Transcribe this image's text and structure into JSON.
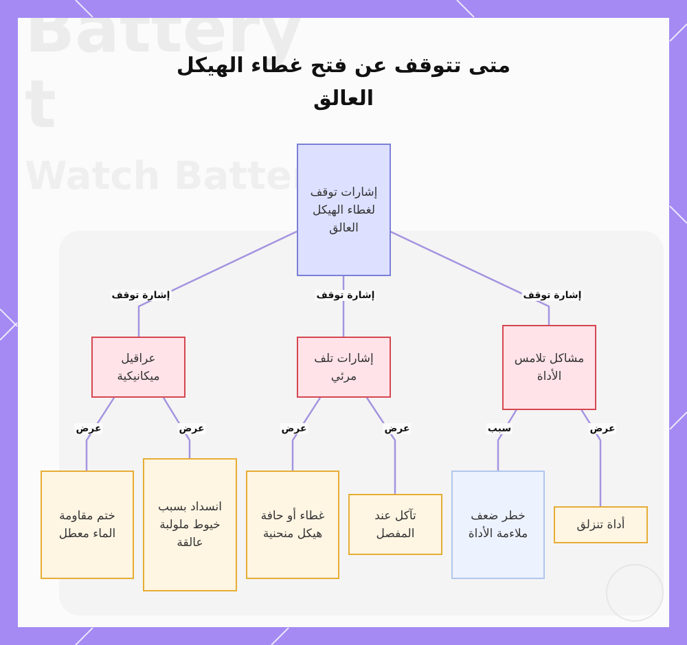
{
  "title": "متى تتوقف عن فتح غطاء الهيكل العالق",
  "background_text": {
    "line1": "Battery",
    "line2": "t",
    "line3": "Watch Battery"
  },
  "colors": {
    "frame": "#a48af2",
    "edge": "#a493e0",
    "root_fill": "#dde0ff",
    "root_border": "#7b7fd6",
    "category_fill": "#ffe3e8",
    "category_border": "#d5454f",
    "leaf_fill": "#fff5e3",
    "leaf_border": "#e6ad33",
    "cause_fill": "#edf2ff",
    "cause_border": "#b0c6ee"
  },
  "nodes": {
    "root": "إشارات توقف لغطاء الهيكل العالق",
    "mechanical": "عراقيل ميكانيكية",
    "damage": "إشارات تلف مرئي",
    "tool": "مشاكل تلامس الأداة",
    "gasket": "ختم مقاومة الماء معطل",
    "threads": "انسداد بسبب خيوط ملولبة عالقة",
    "bent": "غطاء أو حافة هيكل منحنية",
    "wear": "تآكل عند المفصل",
    "fit": "خطر ضعف ملاءمة الأداة",
    "slip": "أداة تنزلق"
  },
  "edges": {
    "stop_mechanical": "إشارة توقف",
    "stop_damage": "إشارة توقف",
    "stop_tool": "إشارة توقف",
    "show_gasket": "عرض",
    "show_threads": "عرض",
    "show_bent": "عرض",
    "show_wear": "عرض",
    "cause_fit": "سبب",
    "show_slip": "عرض"
  }
}
